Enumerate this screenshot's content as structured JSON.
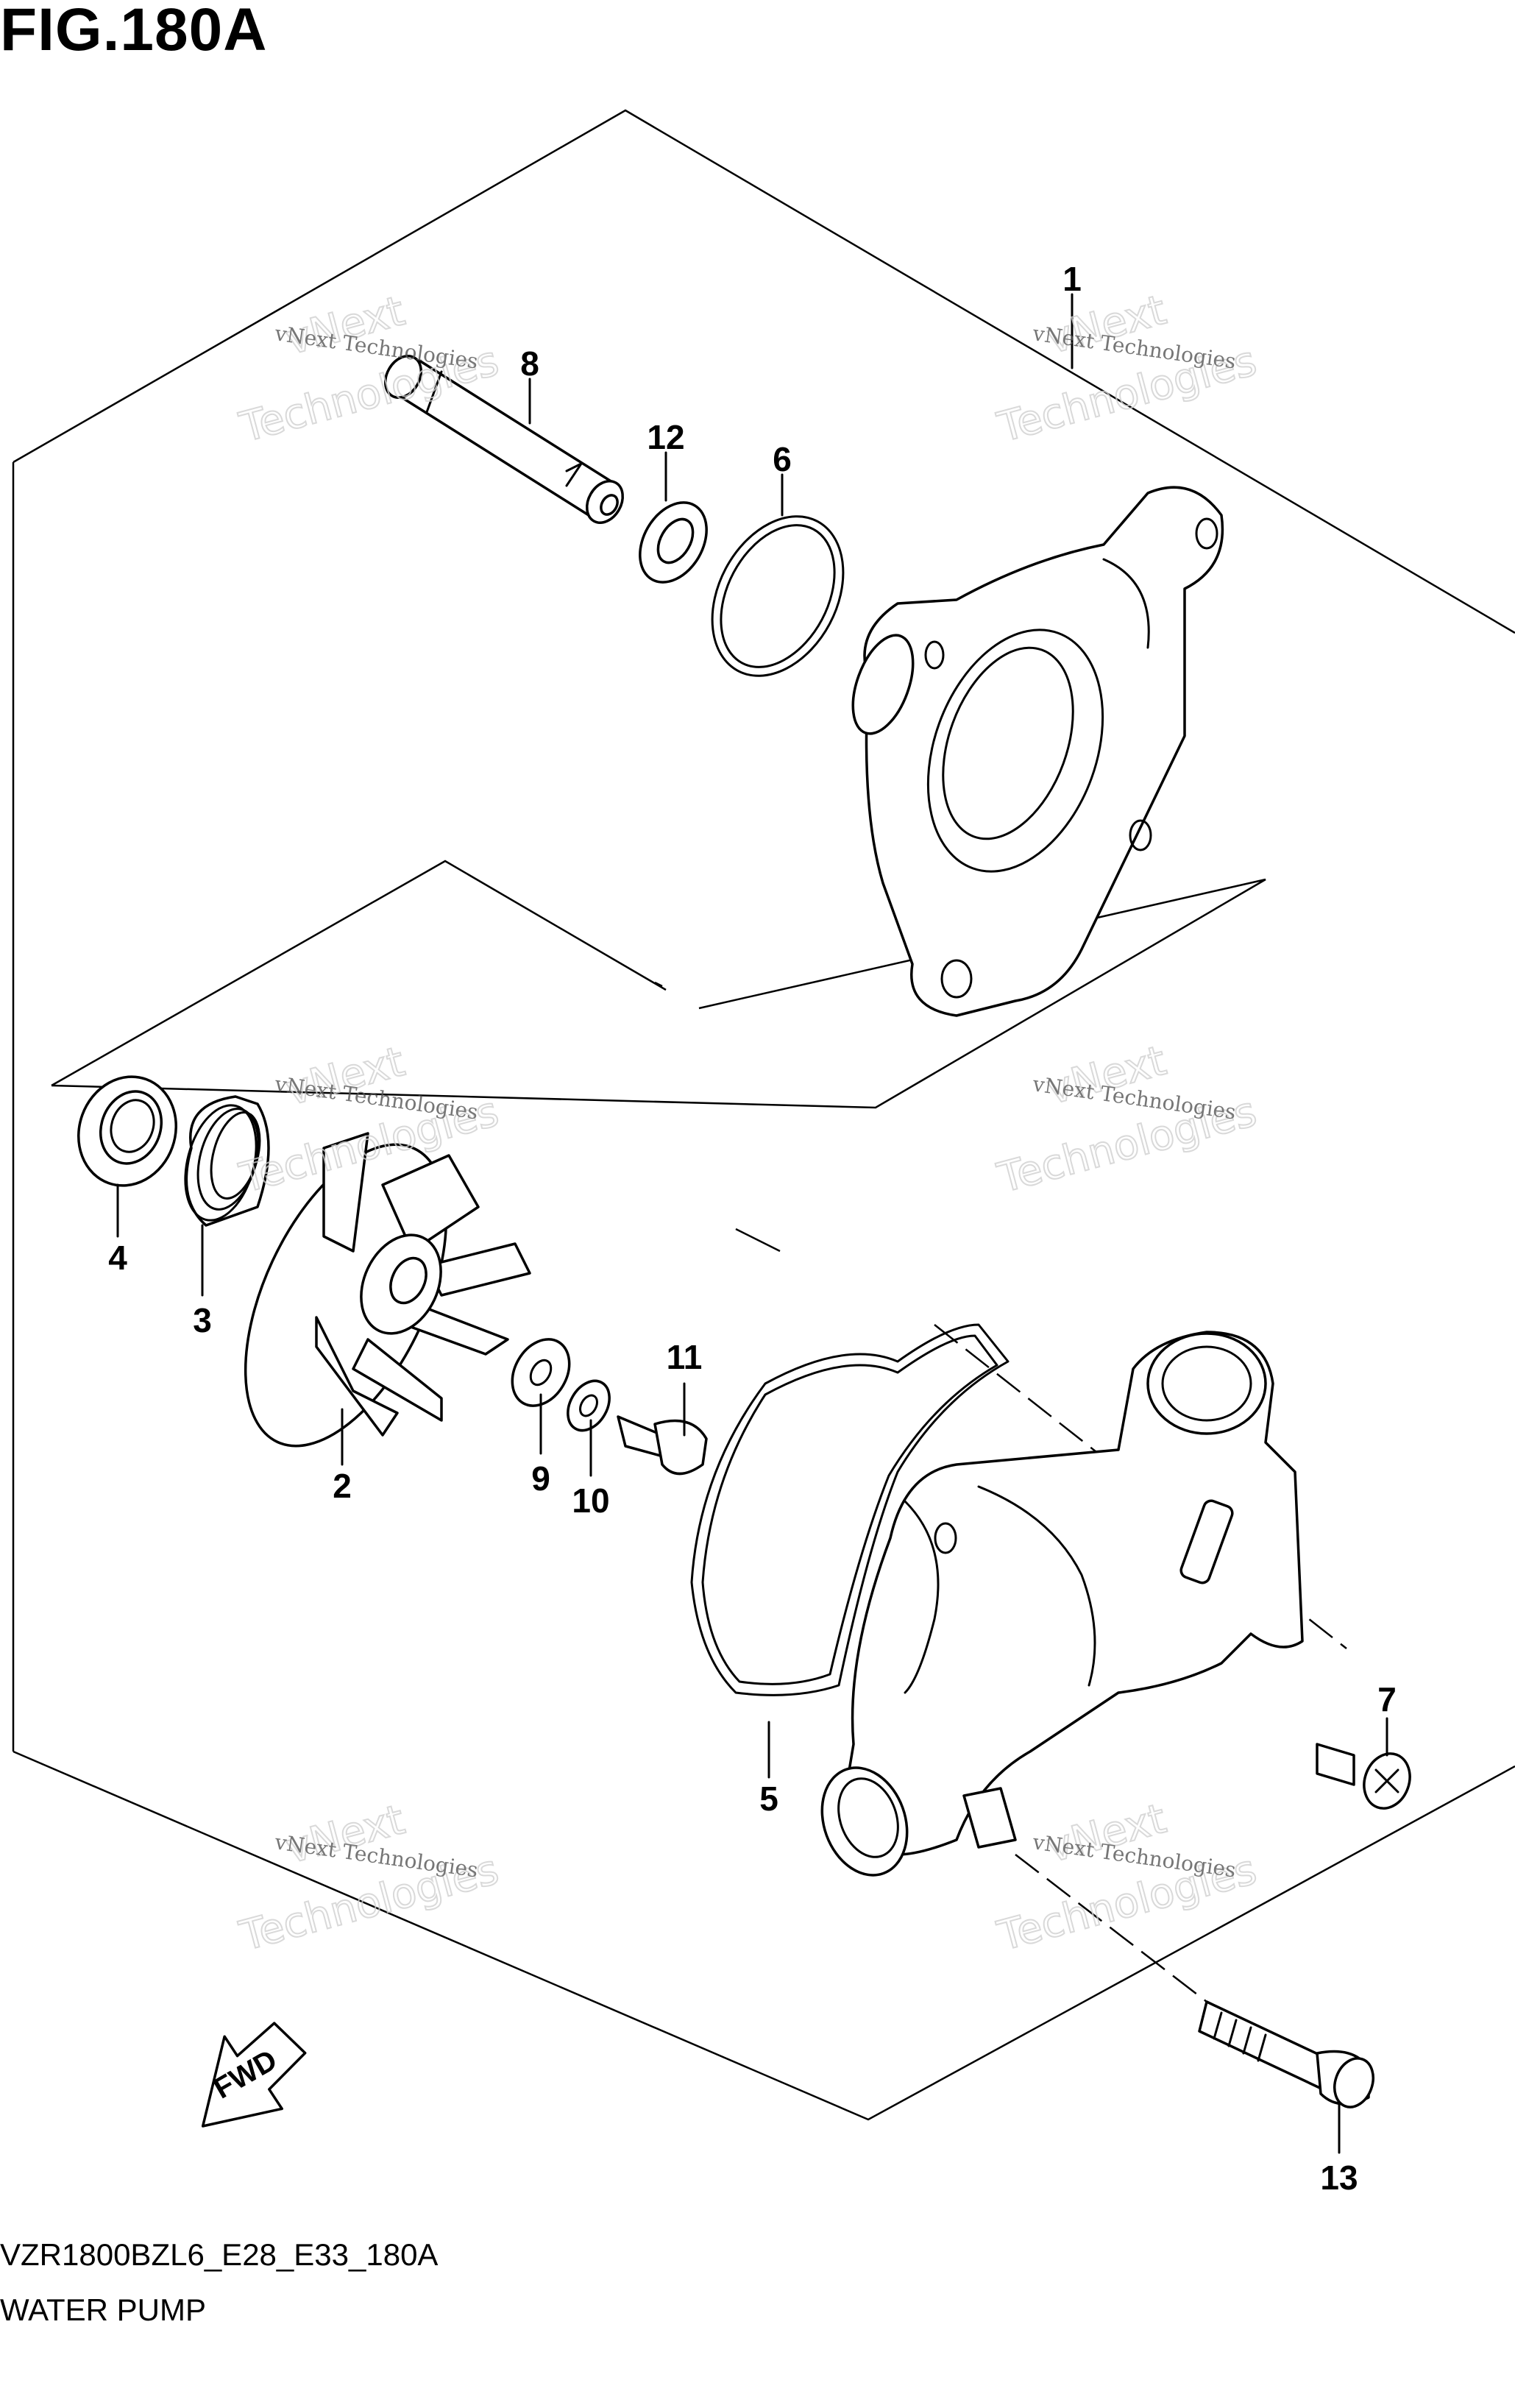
{
  "figure": {
    "title": "FIG.180A",
    "model_code": "VZR1800BZL6_E28_E33_180A",
    "section_name": "WATER PUMP"
  },
  "callouts": [
    "1",
    "2",
    "3",
    "4",
    "5",
    "6",
    "7",
    "8",
    "9",
    "10",
    "11",
    "12",
    "13"
  ],
  "watermark": {
    "line1": "vNext Technologies",
    "line2a": "vNext",
    "line2b": "Technologies"
  },
  "fwd_label": "FWD"
}
